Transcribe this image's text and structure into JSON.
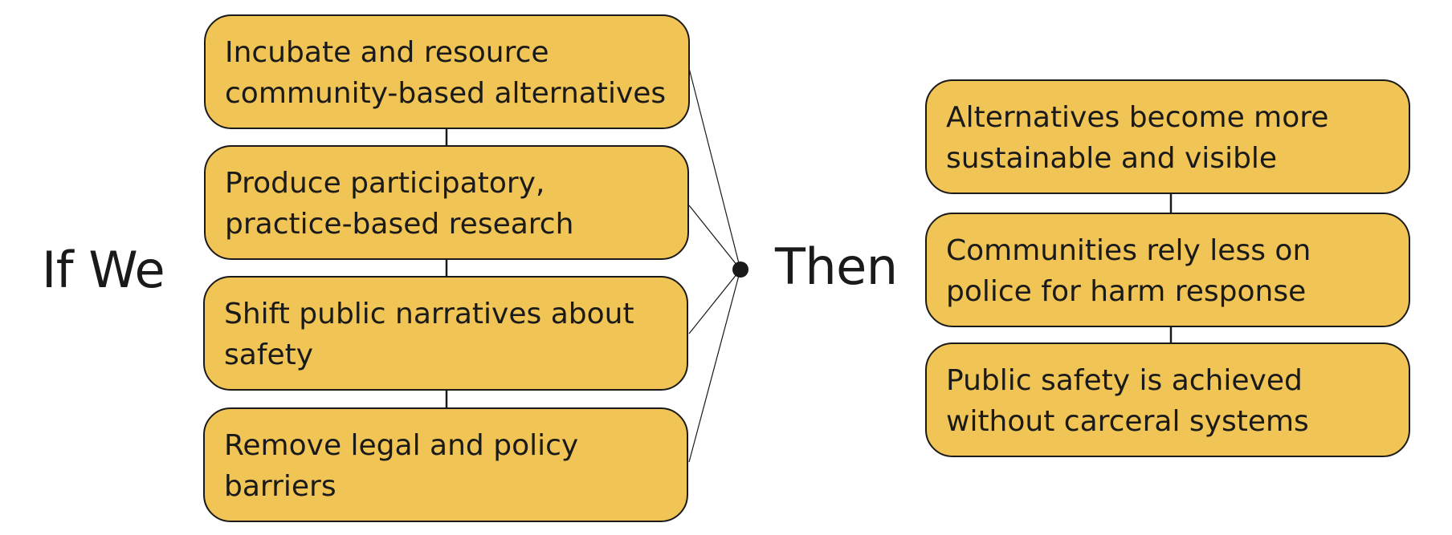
{
  "diagram": {
    "left_label": "If We",
    "right_label": "Then",
    "left_boxes": [
      "Incubate and resource community-based alternatives",
      "Produce participatory, practice-based research",
      "Shift public narratives about safety",
      "Remove legal and policy barriers"
    ],
    "right_boxes": [
      "Alternatives become more sustainable and visible",
      "Communities rely less on police for harm response",
      "Public safety is achieved without carceral systems"
    ],
    "colors": {
      "box_fill": "#f0c455",
      "outline": "#1a1a1a",
      "text": "#1a1a1a",
      "background": "#ffffff"
    }
  }
}
